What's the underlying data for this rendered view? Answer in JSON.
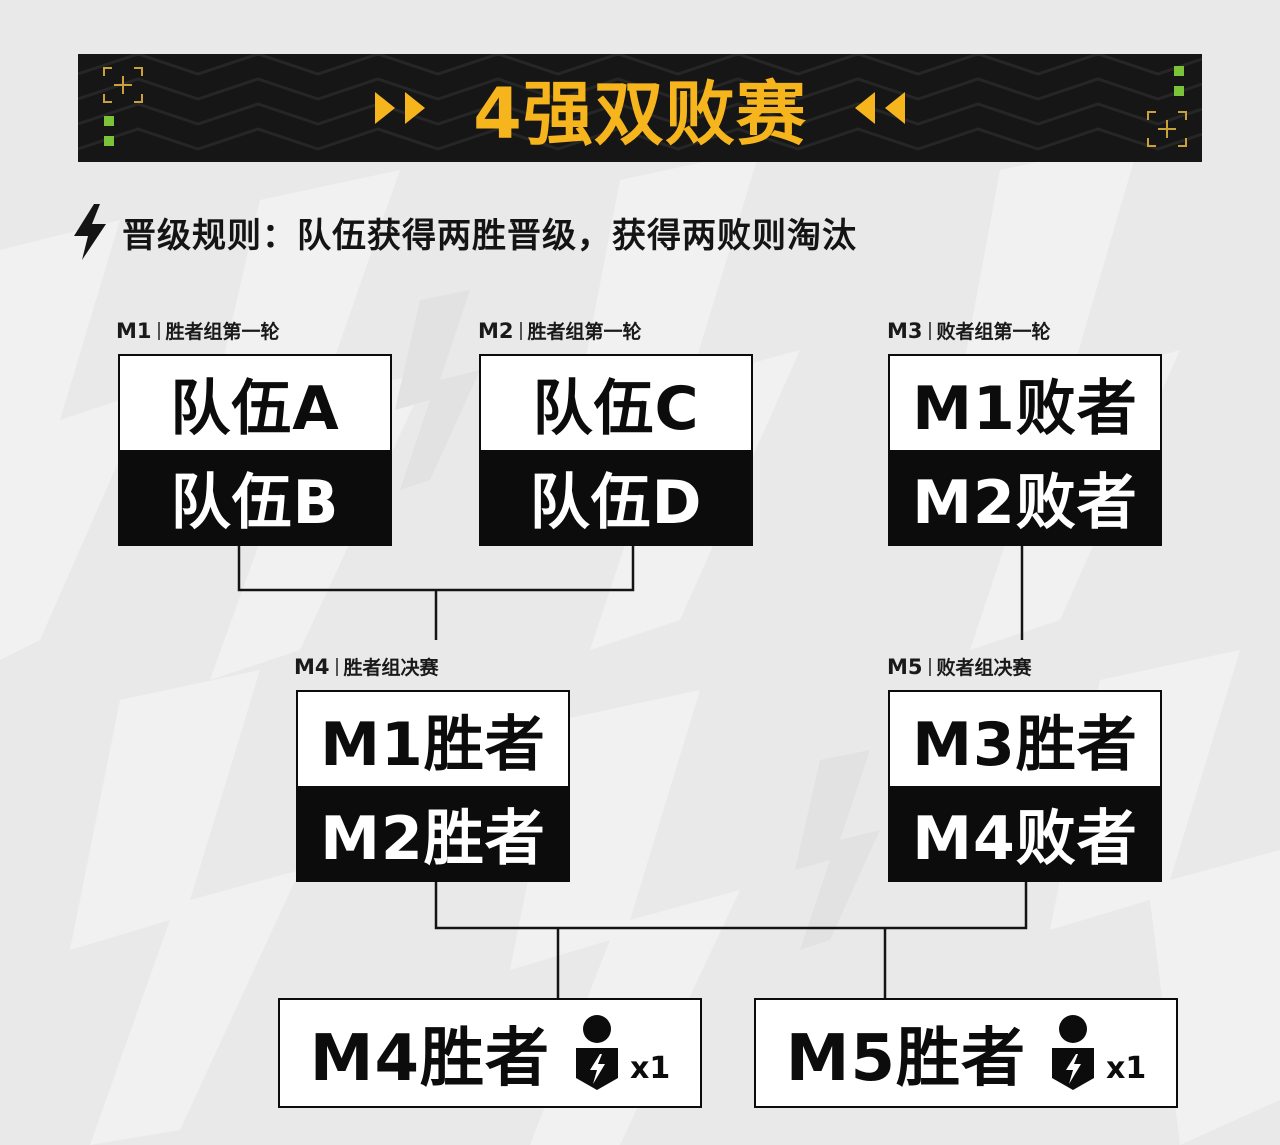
{
  "header": {
    "title": "4强双败赛"
  },
  "rule": {
    "text": "晋级规则：队伍获得两胜晋级，获得两败则淘汰"
  },
  "matches": [
    {
      "id": "M1",
      "stage": "胜者组第一轮",
      "top": "队伍A",
      "bottom": "队伍B"
    },
    {
      "id": "M2",
      "stage": "胜者组第一轮",
      "top": "队伍C",
      "bottom": "队伍D"
    },
    {
      "id": "M3",
      "stage": "败者组第一轮",
      "top": "M1败者",
      "bottom": "M2败者"
    },
    {
      "id": "M4",
      "stage": "胜者组决赛",
      "top": "M1胜者",
      "bottom": "M2胜者"
    },
    {
      "id": "M5",
      "stage": "败者组决赛",
      "top": "M3胜者",
      "bottom": "M4败者"
    }
  ],
  "finalists": [
    {
      "label": "M4胜者",
      "count": "x1"
    },
    {
      "label": "M5胜者",
      "count": "x1"
    }
  ],
  "colors": {
    "accent": "#f6b51c",
    "banner_bg": "#161616",
    "corner_green": "#7bc43a",
    "ink": "#0c0c0c",
    "page_bg": "#e9e9e9"
  },
  "icons": {
    "banner_arrows": "double-triangle-arrow-icon",
    "rule": "lightning-bolt-icon",
    "finalist": "player-badge-icon"
  }
}
